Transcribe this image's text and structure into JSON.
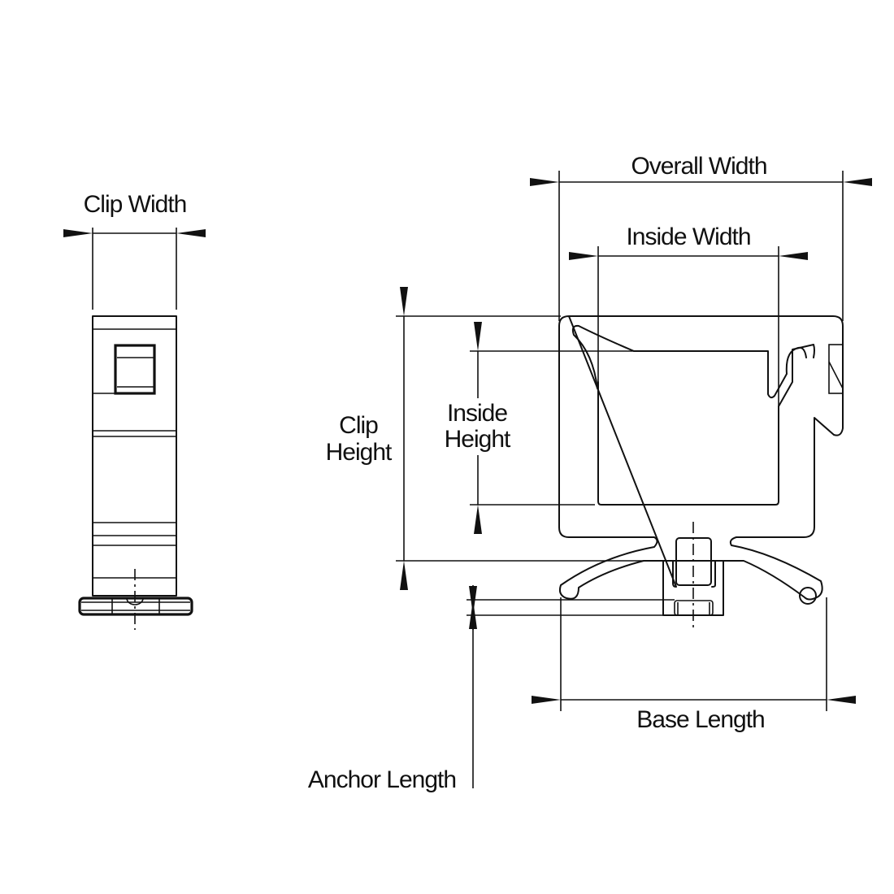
{
  "labels": {
    "clip_width": "Clip Width",
    "overall_width": "Overall Width",
    "inside_width": "Inside Width",
    "clip_height_line1": "Clip",
    "clip_height_line2": "Height",
    "inside_height_line1": "Inside",
    "inside_height_line2": "Height",
    "base_length": "Base Length",
    "anchor_length": "Anchor Length"
  },
  "colors": {
    "line": "#111111",
    "background": "#ffffff"
  }
}
